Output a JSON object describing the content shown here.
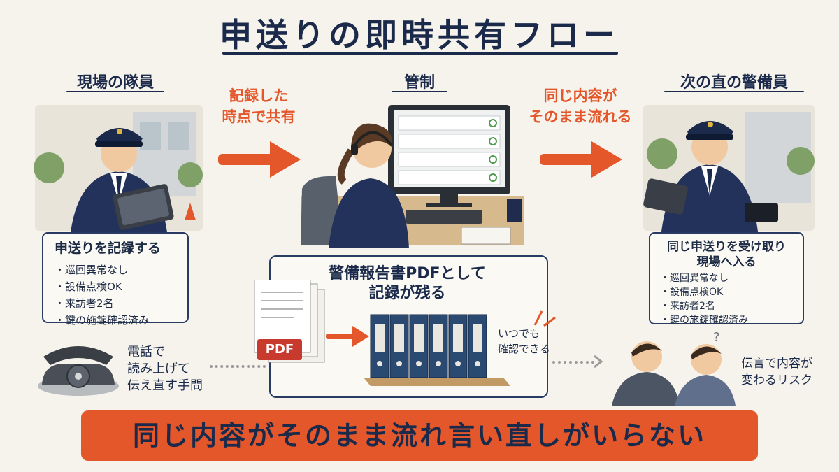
{
  "title": "申送りの即時共有フロー",
  "left": {
    "heading": "現場の隊員",
    "box_title": "申送りを記録する",
    "items": [
      "巡回異常なし",
      "設備点検OK",
      "来訪者2名",
      "鍵の施錠確認済み"
    ]
  },
  "center": {
    "heading": "管制",
    "archive_title": [
      "警備報告書PDFとして",
      "記録が残る"
    ],
    "pdf_label": "PDF",
    "anytime": [
      "いつでも",
      "確認できる"
    ]
  },
  "right": {
    "heading": "次の直の警備員",
    "box_title": [
      "同じ申送りを受け取り",
      "現場へ入る"
    ],
    "items": [
      "巡回異常なし",
      "設備点検OK",
      "来訪者2名",
      "鍵の施錠確認済み"
    ]
  },
  "arrow_left_text": [
    "記録した",
    "時点で共有"
  ],
  "arrow_right_text": [
    "同じ内容が",
    "そのまま流れる"
  ],
  "phone_caption": [
    "電話で",
    "読み上げて",
    "伝え直す手間"
  ],
  "risk_caption": [
    "伝言で内容が",
    "変わるリスク"
  ],
  "banner": "同じ内容がそのまま流れ言い直しがいらない",
  "colors": {
    "accent": "#e4572a",
    "navy": "#1b2a4a",
    "background": "#f6f3ec"
  }
}
